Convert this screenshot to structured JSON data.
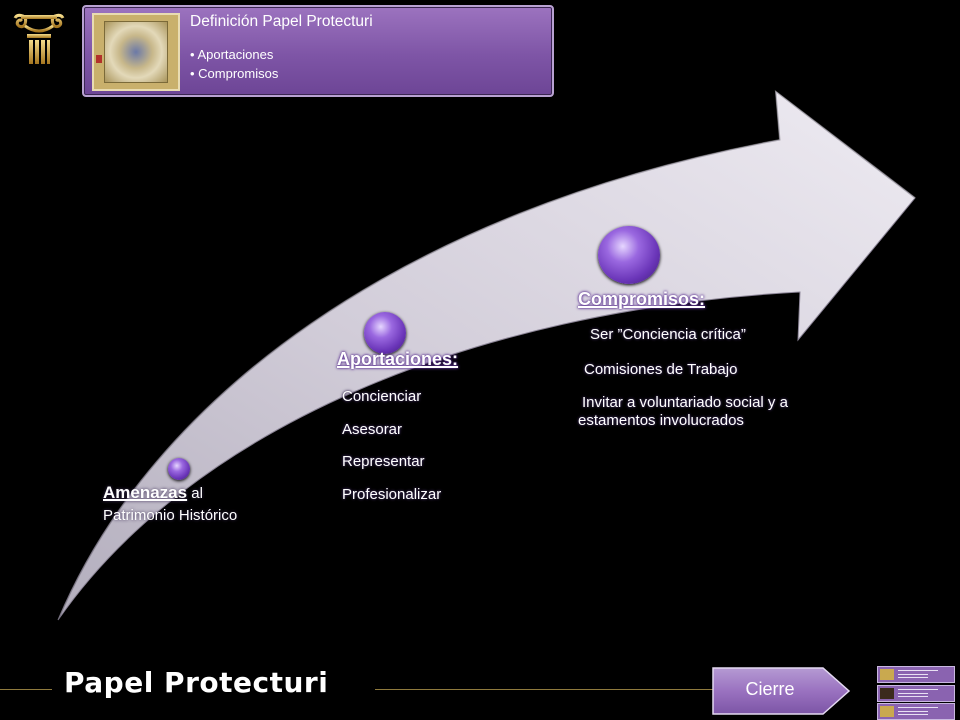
{
  "banner": {
    "title": "Definición Papel Protecturi",
    "items": [
      "• Aportaciones",
      "• Compromisos"
    ]
  },
  "stages": {
    "amenazas": {
      "heading": "Amenazas",
      "rest_line1": " al",
      "rest_line2": "Patrimonio Histórico"
    },
    "aportaciones": {
      "heading": "Aportaciones:",
      "marker": "",
      "items": [
        "Concienciar",
        "Asesorar",
        "Representar",
        "Profesionalizar"
      ]
    },
    "compromisos": {
      "heading": "Compromisos:",
      "marker": "",
      "items": [
        "Ser ”Conciencia crítica”",
        "Comisiones de Trabajo",
        "Invitar a voluntariado social y a",
        "estamentos involucrados"
      ]
    }
  },
  "footer": {
    "title": "Papel Protecturi",
    "button_label": "Cierre"
  },
  "colors": {
    "banner": "#7e55a6",
    "arrow": "#d9d4e2",
    "button": "#9a72c0",
    "rule": "#8f7a3d"
  },
  "icons": {
    "logo": "ionic-column-icon",
    "bullet": "pushpin-icon"
  }
}
